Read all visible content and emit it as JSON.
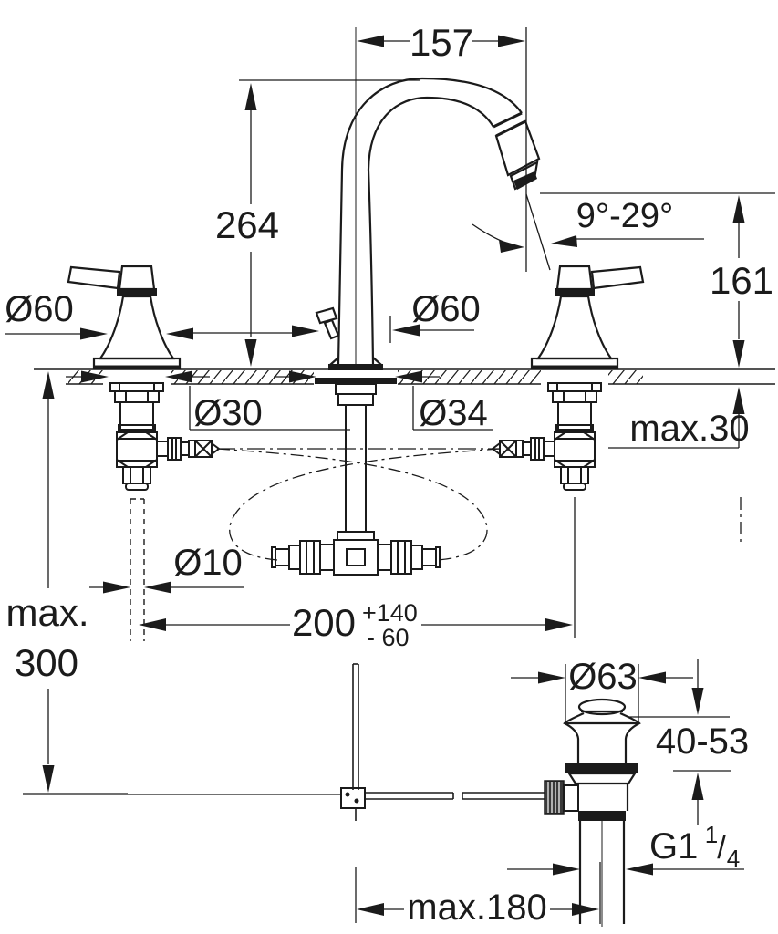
{
  "figure": {
    "background": "#ffffff",
    "line_color": "#1b1b1b",
    "dims": {
      "spout_reach": "157",
      "spout_height": "264",
      "spout_angle_range": "9°-29°",
      "outlet_height": "161",
      "handle_diameter": "Ø60",
      "body_diameter": "Ø60",
      "hole_left_diameter": "Ø30",
      "hole_center_diameter": "Ø34",
      "max_deck_thickness": "max.30",
      "rod_diameter": "Ø10",
      "hole_spacing": "200",
      "hole_spacing_tolerance_plus": "+140",
      "hole_spacing_tolerance_minus": "- 60",
      "max_mounting_depth_word": "max.",
      "max_mounting_depth_value": "300",
      "waste_flange_diameter": "Ø63",
      "waste_clamp_range": "40-53",
      "waste_thread": "G1",
      "waste_thread_frac_numerator": "1",
      "waste_thread_frac_slash": "/",
      "waste_thread_frac_denominator": "4",
      "max_waste_offset": "max.180"
    }
  }
}
